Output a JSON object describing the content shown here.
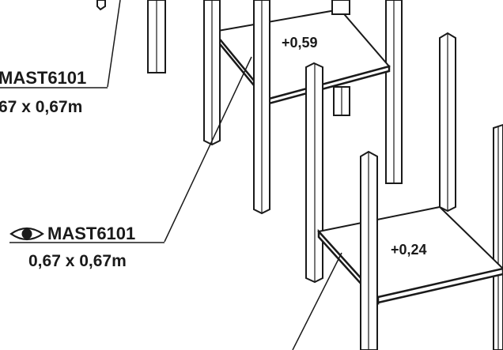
{
  "colors": {
    "ink": "#1a1a1a",
    "paper": "#ffffff"
  },
  "labels": {
    "upper_left": {
      "code": "MAST6101",
      "size": "67 x 0,67m"
    },
    "middle": {
      "icon": "eye-icon",
      "code": "MAST6101",
      "size": "0,67 x 0,67m"
    }
  },
  "platforms": {
    "upper": {
      "height": "+0,59"
    },
    "lower": {
      "height": "+0,24"
    }
  }
}
